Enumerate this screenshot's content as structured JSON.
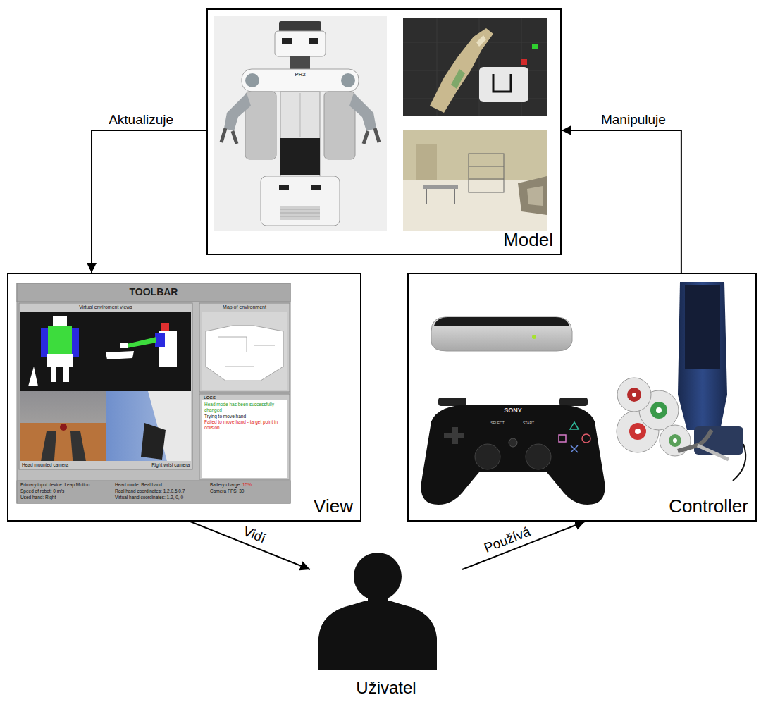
{
  "diagram": {
    "nodes": [
      {
        "text": [
          "Model"
        ]
      },
      {
        "text": [
          "View"
        ]
      },
      {
        "text": [
          "Controller"
        ]
      },
      {
        "text": [
          "Uživatel"
        ]
      }
    ],
    "edges": [
      {
        "from": 0,
        "to": 1,
        "label": "Aktualizuje",
        "arrow": "to"
      },
      {
        "from": 1,
        "to": 3,
        "label": "Vidí",
        "arrow": "to"
      },
      {
        "from": 3,
        "to": 2,
        "label": "Používá",
        "arrow": "to"
      },
      {
        "from": 2,
        "to": 0,
        "label": "Manipuluje",
        "arrow": "to"
      }
    ],
    "labels": [
      "PR2",
      "TOOLBAR",
      "Virtual enviroment views",
      "Map of environment",
      "LOGS",
      "Head mode has been successfully changed",
      "Trying to move hand",
      "Failed to move hand - target point in colision",
      "Head mounted camera",
      "Right wrist camera",
      "Primary input device: Leap Motion",
      "Speed of robot: 0 m/s",
      "Used hand: Right",
      "Head mode: Real hand",
      "Real hand coordinates: 1.2,0.5,0.7",
      "Virtual hand coordinates: 1.2, 0, 0",
      "Battery charge:",
      "15%",
      "Camera FPS: 30",
      "SONY",
      "SELECT",
      "START"
    ]
  }
}
